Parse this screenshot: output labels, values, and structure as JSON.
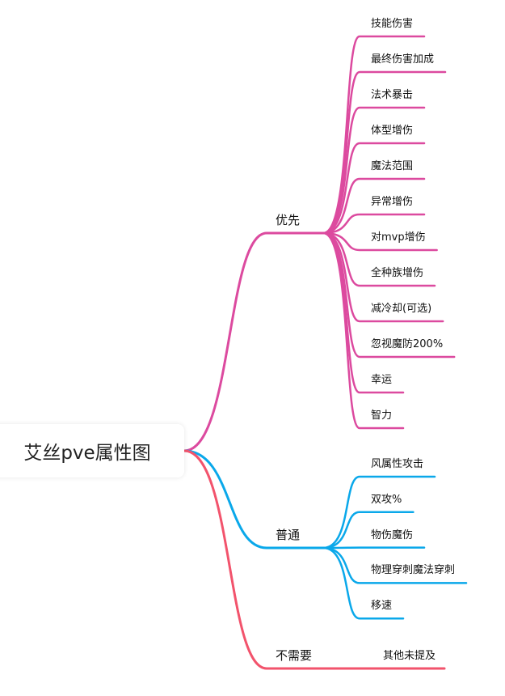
{
  "root": {
    "title": "艾丝pve属性图"
  },
  "colors": {
    "priority": "#dc4a9f",
    "normal": "#0aa8ea",
    "unneeded": "#f2536c"
  },
  "branches": [
    {
      "key": "priority",
      "label": "优先",
      "children": [
        "技能伤害",
        "最终伤害加成",
        "法术暴击",
        "体型增伤",
        "魔法范围",
        "异常增伤",
        "对mvp增伤",
        "全种族增伤",
        "减冷却(可选)",
        "忽视魔防200%",
        "幸运",
        "智力"
      ]
    },
    {
      "key": "normal",
      "label": "普通",
      "children": [
        "风属性攻击",
        "双攻%",
        "物伤魔伤",
        "物理穿刺魔法穿刺",
        "移速"
      ]
    },
    {
      "key": "unneeded",
      "label": "不需要",
      "children": [
        "其他未提及"
      ]
    }
  ]
}
